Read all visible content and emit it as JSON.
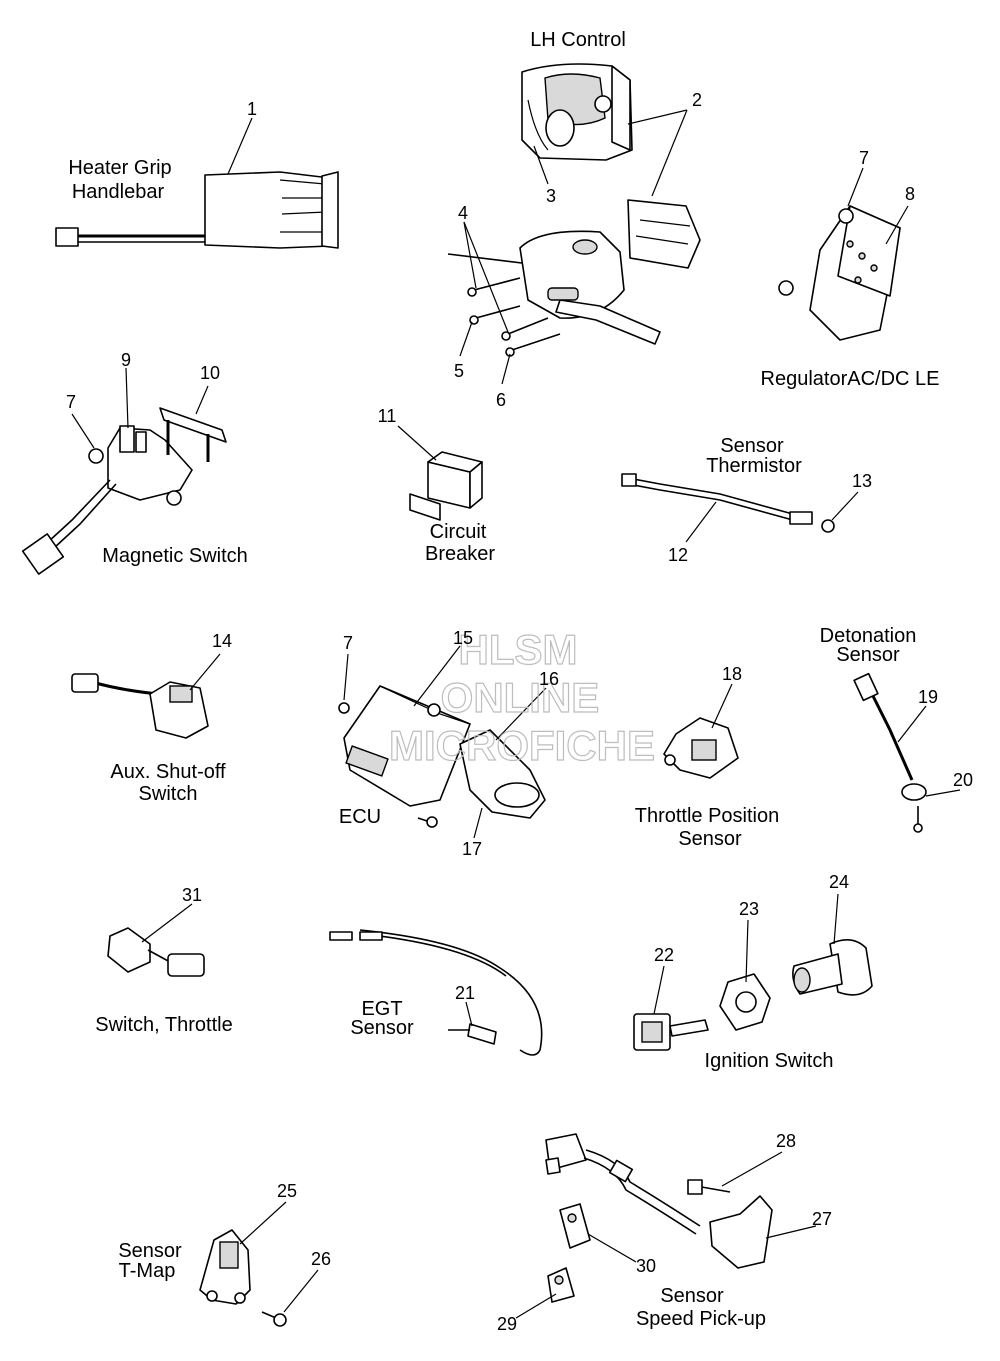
{
  "watermark": {
    "line1": "HLSM",
    "line2": "ONLINE",
    "line3": "MICROFICHE"
  },
  "labels": {
    "heater_grip": [
      "Heater Grip",
      "Handlebar"
    ],
    "lh_control": "LH Control",
    "regulator": "RegulatorAC/DC LE",
    "magnetic_switch": "Magnetic Switch",
    "circuit_breaker": [
      "Circuit",
      "Breaker"
    ],
    "sensor_thermistor": [
      "Sensor",
      "Thermistor"
    ],
    "aux_shutoff": [
      "Aux. Shut-off",
      "Switch"
    ],
    "ecu": "ECU",
    "throttle_position": [
      "Throttle Position",
      "Sensor"
    ],
    "detonation_sensor": [
      "Detonation",
      "Sensor"
    ],
    "switch_throttle": "Switch, Throttle",
    "egt_sensor": [
      "EGT",
      "Sensor"
    ],
    "ignition_switch": "Ignition Switch",
    "sensor_tmap": [
      "Sensor",
      "T-Map"
    ],
    "speed_pickup": [
      "Sensor",
      "Speed Pick-up"
    ]
  },
  "callouts": [
    "1",
    "2",
    "3",
    "4",
    "5",
    "6",
    "7",
    "8",
    "7",
    "9",
    "10",
    "11",
    "12",
    "13",
    "14",
    "7",
    "15",
    "16",
    "17",
    "18",
    "19",
    "20",
    "31",
    "21",
    "22",
    "23",
    "24",
    "25",
    "26",
    "28",
    "27",
    "30",
    "29"
  ]
}
